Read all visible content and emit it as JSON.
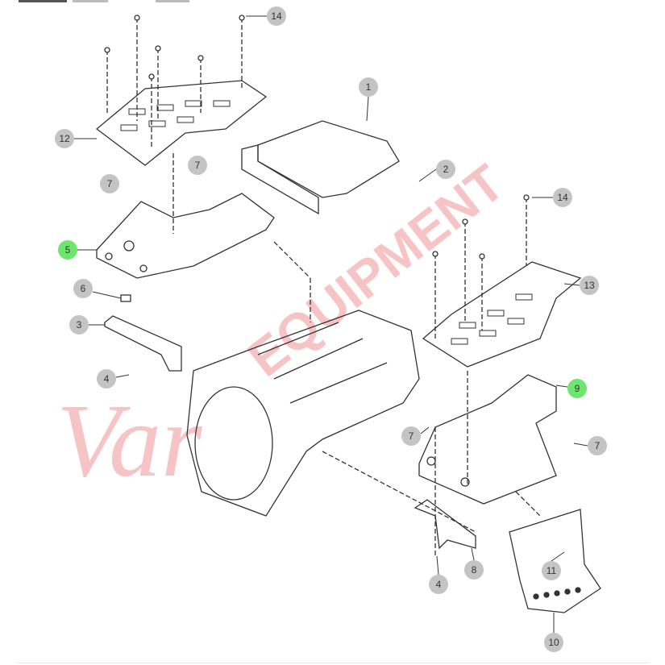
{
  "watermark": {
    "script_text": "Var",
    "block_text": "EQUIPMENT",
    "color": "#f0a0a0"
  },
  "colors": {
    "callout": "#c4c4c4",
    "callout_highlight": "#6ee66e",
    "line": "#333333"
  },
  "callouts": [
    {
      "label": "14",
      "highlighted": false
    },
    {
      "label": "1",
      "highlighted": false
    },
    {
      "label": "2",
      "highlighted": false
    },
    {
      "label": "14",
      "highlighted": false
    },
    {
      "label": "12",
      "highlighted": false
    },
    {
      "label": "7",
      "highlighted": false
    },
    {
      "label": "7",
      "highlighted": false
    },
    {
      "label": "5",
      "highlighted": true
    },
    {
      "label": "6",
      "highlighted": false
    },
    {
      "label": "3",
      "highlighted": false
    },
    {
      "label": "4",
      "highlighted": false
    },
    {
      "label": "13",
      "highlighted": false
    },
    {
      "label": "9",
      "highlighted": true
    },
    {
      "label": "7",
      "highlighted": false
    },
    {
      "label": "7",
      "highlighted": false
    },
    {
      "label": "8",
      "highlighted": false
    },
    {
      "label": "4",
      "highlighted": false
    },
    {
      "label": "11",
      "highlighted": false
    },
    {
      "label": "10",
      "highlighted": false
    }
  ]
}
